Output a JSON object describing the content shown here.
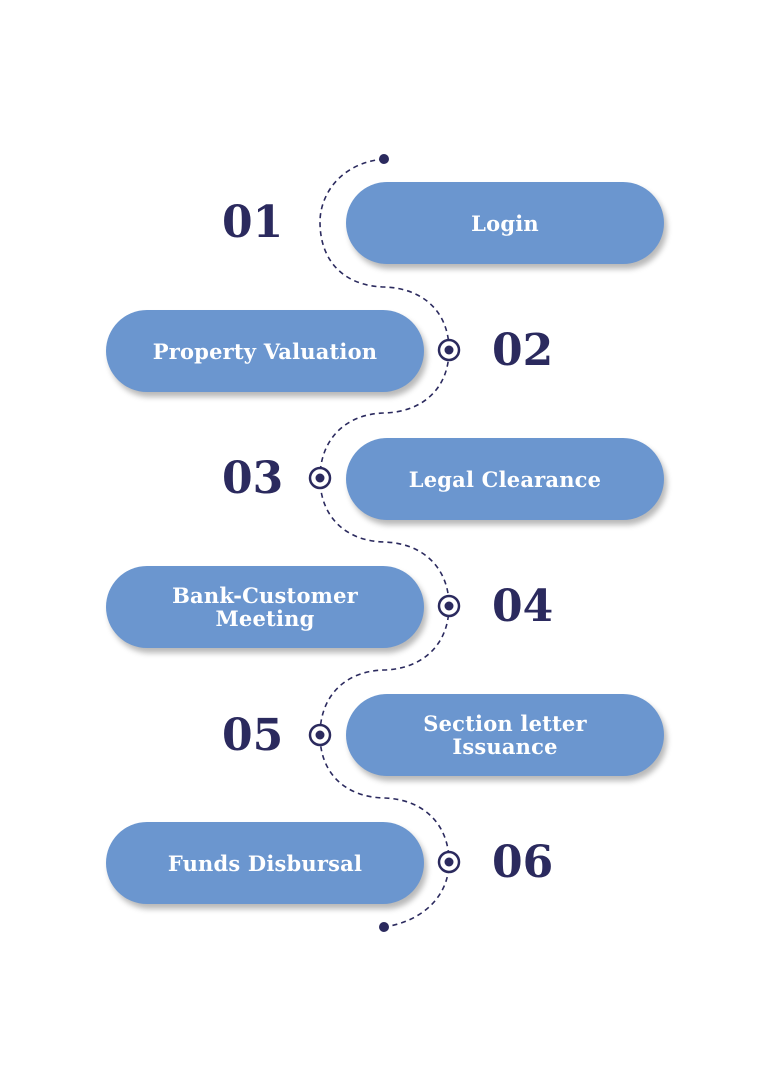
{
  "colors": {
    "pill": "#6b96cf",
    "accent": "#2b2a5e",
    "text": "#ffffff"
  },
  "steps": [
    {
      "number": "01",
      "label": "Login"
    },
    {
      "number": "02",
      "label": "Property Valuation"
    },
    {
      "number": "03",
      "label": "Legal Clearance"
    },
    {
      "number": "04",
      "label": "Bank-Customer\nMeeting"
    },
    {
      "number": "05",
      "label": "Section letter\nIssuance"
    },
    {
      "number": "06",
      "label": "Funds Disbursal"
    }
  ]
}
